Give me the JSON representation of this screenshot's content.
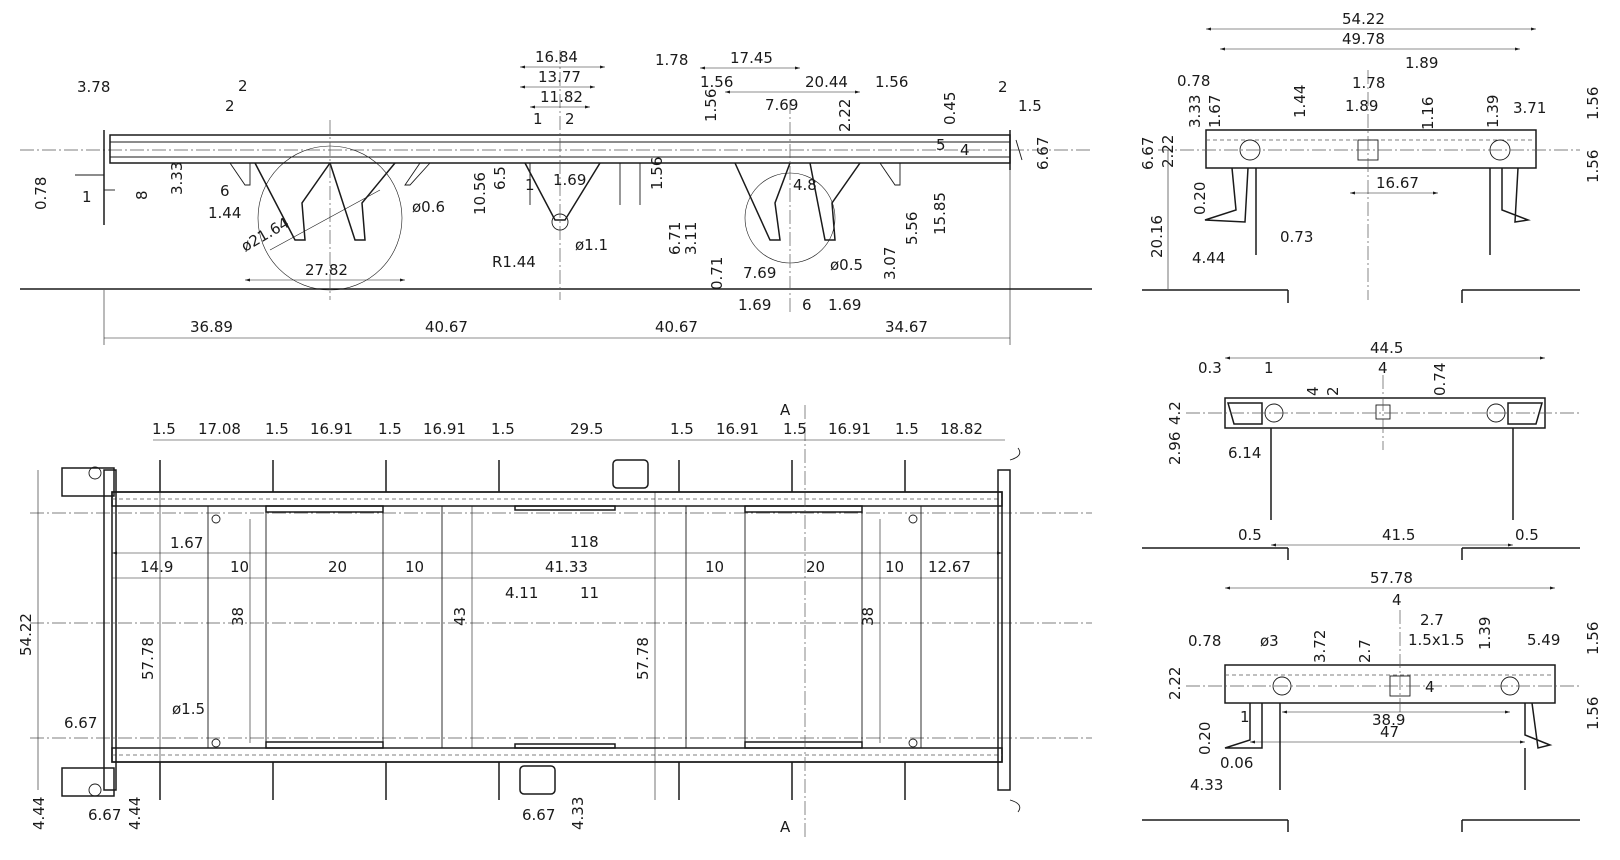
{
  "colors": {
    "line": "#1a1a1a",
    "background": "#ffffff"
  },
  "section_mark": "A",
  "views": {
    "side": {
      "top_dims": [
        "3.78",
        "2",
        "2",
        "16.84",
        "13.77",
        "11.82",
        "1",
        "2",
        "1.78",
        "17.45",
        "1.56",
        "20.44",
        "1.56",
        "1.56",
        "7.69",
        "2.22",
        "0.45",
        "2",
        "1.5"
      ],
      "left_dims": [
        "0.78",
        "1",
        "8",
        "3.33",
        "6",
        "1.44"
      ],
      "mid_dims": [
        "10.56",
        "6.5",
        "1",
        "1.69",
        "1.56",
        "ø0.6",
        "ø21.64",
        "27.82",
        "R1.44",
        "ø1.1",
        "4.8",
        "6.71",
        "3.11",
        "0.71",
        "7.69",
        "ø0.5",
        "3.07",
        "5.56",
        "15.85",
        "4",
        "5",
        "6.67"
      ],
      "bottom_dims": [
        "1.69",
        "6",
        "1.69",
        "36.89",
        "40.67",
        "40.67",
        "34.67"
      ]
    },
    "plan": {
      "spacing": [
        "1.5",
        "17.08",
        "1.5",
        "16.91",
        "1.5",
        "16.91",
        "1.5",
        "29.5",
        "1.5",
        "16.91",
        "1.5",
        "16.91",
        "1.5",
        "18.82"
      ],
      "interior": [
        "1.67",
        "118",
        "14.9",
        "10",
        "20",
        "10",
        "41.33",
        "10",
        "20",
        "10",
        "12.67",
        "4.11",
        "11",
        "38",
        "43",
        "38",
        "57.78",
        "57.78",
        "ø1.5"
      ],
      "left": [
        "54.22",
        "6.67",
        "4.44",
        "6.67",
        "4.44"
      ],
      "bottom": [
        "6.67",
        "4.33"
      ]
    },
    "end_top": {
      "dims": [
        "54.22",
        "49.78",
        "1.89",
        "1.78",
        "0.78",
        "1.89",
        "3.33",
        "1.67",
        "1.44",
        "1.16",
        "1.39",
        "3.71",
        "1.56",
        "6.67",
        "2.22",
        "16.67",
        "1.56",
        "0.20",
        "20.16",
        "0.73",
        "4.44"
      ]
    },
    "end_mid": {
      "dims": [
        "44.5",
        "0.3",
        "1",
        "4",
        "4",
        "2",
        "0.74",
        "4.2",
        "2.96",
        "6.14",
        "0.5",
        "41.5",
        "0.5"
      ]
    },
    "end_bottom": {
      "dims": [
        "57.78",
        "4",
        "2.7",
        "0.78",
        "ø3",
        "3.72",
        "2.7",
        "1.5x1.5",
        "1.39",
        "5.49",
        "1.56",
        "2.22",
        "4",
        "38.9",
        "1.56",
        "0.20",
        "1",
        "47",
        "0.06",
        "4.33"
      ]
    }
  }
}
